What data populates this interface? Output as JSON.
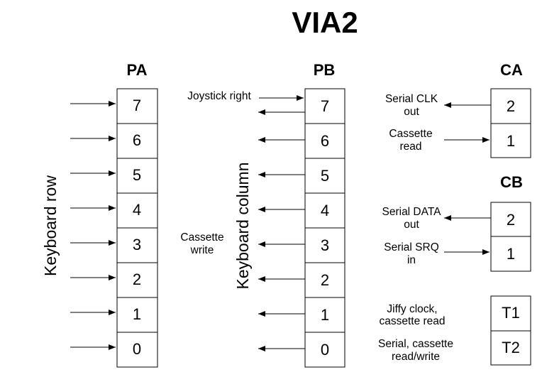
{
  "title": "VIA2",
  "ports": {
    "pa": {
      "header": "PA",
      "cells": [
        "7",
        "6",
        "5",
        "4",
        "3",
        "2",
        "1",
        "0"
      ],
      "side_label": "Keyboard row"
    },
    "pb": {
      "header": "PB",
      "cells": [
        "7",
        "6",
        "5",
        "4",
        "3",
        "2",
        "1",
        "0"
      ],
      "side_label": "Keyboard column",
      "notes": {
        "joystick": "Joystick right",
        "cassette_write": [
          "Cassette",
          "write"
        ]
      }
    },
    "ca": {
      "header": "CA",
      "cells": [
        "2",
        "1"
      ],
      "labels": [
        [
          "Serial CLK",
          "out"
        ],
        [
          "Cassette",
          "read"
        ]
      ]
    },
    "cb": {
      "header": "CB",
      "cells": [
        "2",
        "1"
      ],
      "labels": [
        [
          "Serial DATA",
          "out"
        ],
        [
          "Serial SRQ",
          "in"
        ]
      ]
    },
    "timers": {
      "cells": [
        "T1",
        "T2"
      ],
      "labels": [
        [
          "Jiffy clock,",
          "cassette read"
        ],
        [
          "Serial, cassette",
          "read/write"
        ]
      ]
    }
  }
}
